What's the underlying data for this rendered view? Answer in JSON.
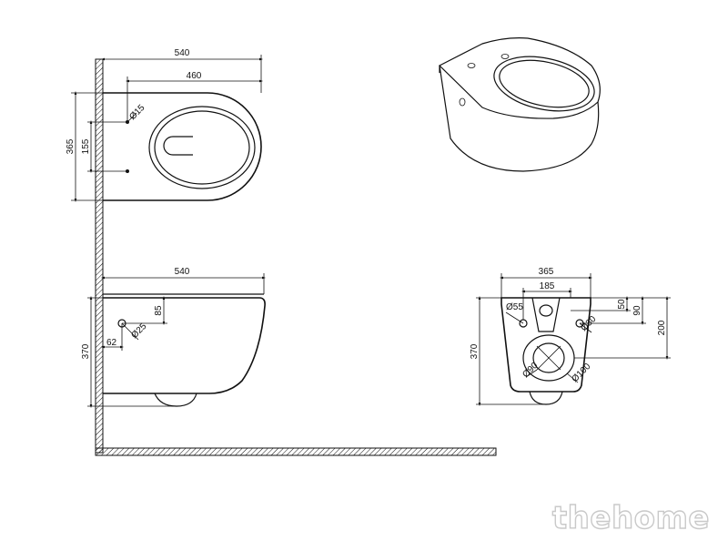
{
  "top_view": {
    "overall_width": "540",
    "bolt_spacing_outer": "460",
    "overall_depth": "365",
    "bolt_spacing": "155",
    "bolt_hole": "Ø15"
  },
  "side_view": {
    "overall_width": "540",
    "height": "370",
    "inlet_height": "85",
    "inlet_offset": "62",
    "inlet_diameter": "Ø25"
  },
  "front_view": {
    "overall_width": "365",
    "bolt_spacing": "185",
    "height": "370",
    "dim_50": "50",
    "dim_90": "90",
    "dim_200": "200",
    "hole_left": "Ø55",
    "hole_right": "Ø30",
    "outlet_inner": "Ø90",
    "outlet_outer": "Ø100"
  },
  "watermark": "thehome"
}
